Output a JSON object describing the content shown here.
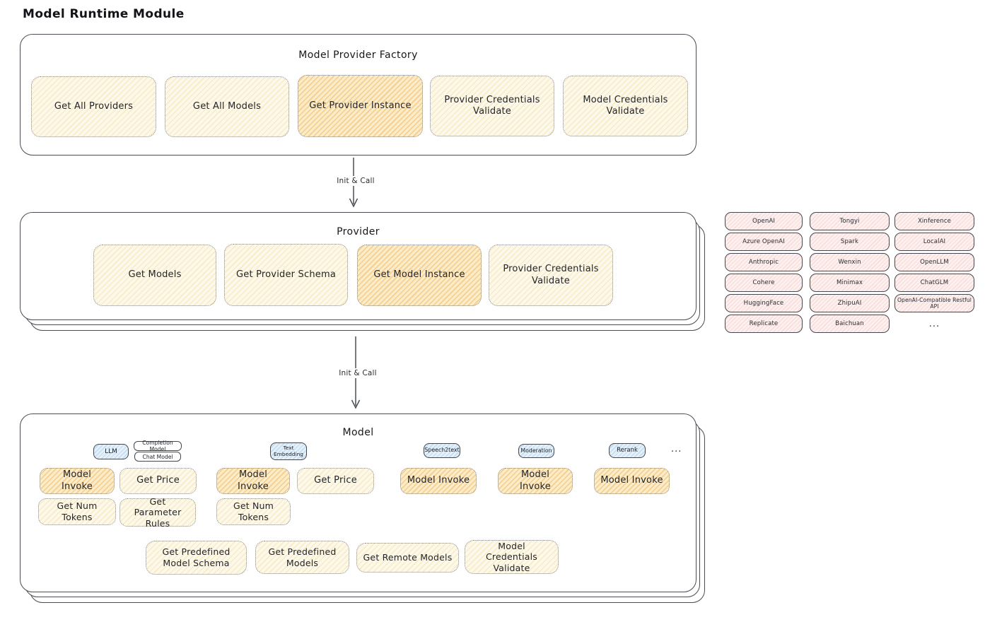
{
  "title": "Model Runtime Module",
  "colors": {
    "box_border": "#494c52",
    "button_border_dotted": "#84878e",
    "yellow_fill": "#fdf9ea",
    "yellow_hatch": "#e8c468",
    "orange_fill": "#fcedca",
    "orange_hatch": "#eea63e",
    "blue_fill": "#e4f0fa",
    "pink_fill": "#fdf1f0",
    "text": "#1f2227"
  },
  "factory": {
    "title": "Model Provider Factory",
    "buttons": [
      {
        "label": "Get All Providers",
        "highlighted": false
      },
      {
        "label": "Get All Models",
        "highlighted": false
      },
      {
        "label": "Get Provider Instance",
        "highlighted": true
      },
      {
        "label": "Provider Credentials Validate",
        "highlighted": false
      },
      {
        "label": "Model Credentials Validate",
        "highlighted": false
      }
    ]
  },
  "arrows": {
    "init_call_1": "Init & Call",
    "init_call_2": "Init & Call"
  },
  "provider": {
    "title": "Provider",
    "buttons": [
      {
        "label": "Get Models",
        "highlighted": false
      },
      {
        "label": "Get Provider Schema",
        "highlighted": false
      },
      {
        "label": "Get Model Instance",
        "highlighted": true
      },
      {
        "label": "Provider Credentials Validate",
        "highlighted": false
      }
    ]
  },
  "providers_grid": {
    "col1": [
      "OpenAI",
      "Azure OpenAI",
      "Anthropic",
      "Cohere",
      "HuggingFace",
      "Replicate"
    ],
    "col2": [
      "Tongyi",
      "Spark",
      "Wenxin",
      "Minimax",
      "ZhipuAI",
      "Baichuan"
    ],
    "col3": [
      "Xinference",
      "LocalAI",
      "OpenLLM",
      "ChatGLM",
      "OpenAI-Compatible Restful API"
    ],
    "more": "..."
  },
  "model": {
    "title": "Model",
    "tags": {
      "llm": "LLM",
      "completion_model": "Completion Model",
      "chat_model": "Chat Model",
      "text_embedding": "Text Embedding",
      "speech2text": "Speech2text",
      "moderation": "Moderation",
      "rerank": "Rerank",
      "more": "..."
    },
    "buttons": {
      "llm_model_invoke": "Model Invoke",
      "llm_get_price": "Get Price",
      "llm_get_num_tokens": "Get Num Tokens",
      "llm_get_parameter_rules": "Get Parameter Rules",
      "te_model_invoke": "Model Invoke",
      "te_get_price": "Get Price",
      "te_get_num_tokens": "Get Num Tokens",
      "s2t_model_invoke": "Model Invoke",
      "moderation_model_invoke": "Model Invoke",
      "rerank_model_invoke": "Model Invoke",
      "get_predefined_model_schema": "Get Predefined Model Schema",
      "get_predefined_models": "Get Predefined Models",
      "get_remote_models": "Get Remote Models",
      "model_credentials_validate": "Model Credentials Validate"
    }
  }
}
